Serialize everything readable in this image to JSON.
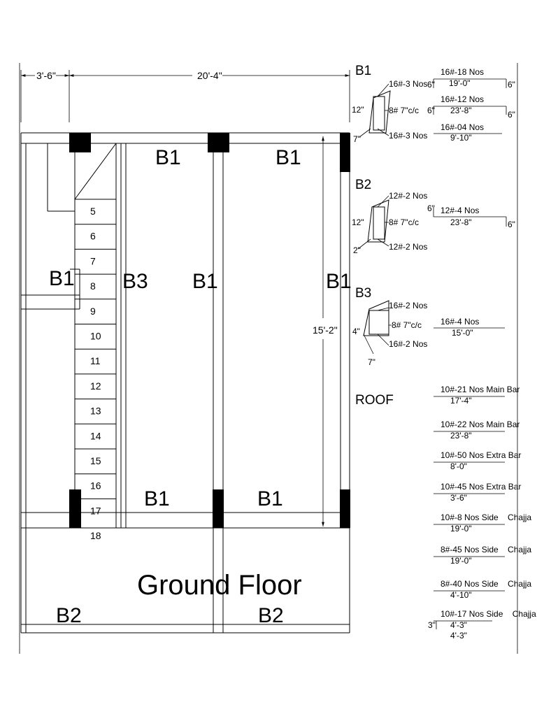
{
  "plan": {
    "title": "Ground Floor",
    "dim_left": "3'-6\"",
    "dim_top": "20'-4\"",
    "dim_right": "15'-2\"",
    "beam_top_left": "B1",
    "beam_top_right": "B1",
    "beam_bottom_left": "B1",
    "beam_bottom_right": "B1",
    "beam_left": "B1",
    "beam_stair": "B3",
    "beam_middle": "B1",
    "beam_right": "B1",
    "beam_b2_left": "B2",
    "beam_b2_right": "B2",
    "steps": [
      "5",
      "6",
      "7",
      "8",
      "9",
      "10",
      "11",
      "12",
      "13",
      "14",
      "15",
      "16",
      "17",
      "18"
    ]
  },
  "sections": {
    "b1": {
      "label": "B1",
      "top_bar": "16#-3 Nos",
      "stirrup": "8# 7\"c/c",
      "bottom_bar": "16#-3 Nos",
      "depth": "12\"",
      "width": "7\""
    },
    "b2": {
      "label": "B2",
      "top_bar": "12#-2 Nos",
      "stirrup": "8# 7\"c/c",
      "bottom_bar": "12#-2 Nos",
      "depth": "12\"",
      "width": "2\""
    },
    "b3": {
      "label": "B3",
      "top_bar": "16#-2 Nos",
      "stirrup": "8# 7\"c/c",
      "bottom_bar": "16#-2 Nos",
      "depth": "4\"",
      "width": "7\""
    },
    "roof": {
      "label": "ROOF"
    }
  },
  "schedule": {
    "b1_bars": [
      {
        "spec": "16#-18 Nos",
        "length": "19'-0\"",
        "left_hook": "6\"",
        "right_hook": "6\""
      },
      {
        "spec": "16#-12 Nos",
        "length": "23'-8\"",
        "left_hook": "6\"",
        "right_hook": "6\""
      },
      {
        "spec": "16#-04 Nos",
        "length": "9'-10\""
      }
    ],
    "b2_bars": [
      {
        "spec": "12#-4 Nos",
        "length": "23'-8\"",
        "left_hook": "6\"",
        "right_hook": "6\""
      }
    ],
    "b3_bars": [
      {
        "spec": "16#-4 Nos",
        "length": "15'-0\""
      }
    ],
    "roof_bars": [
      {
        "spec": "10#-21 Nos Main Bar",
        "length": "17'-4\""
      },
      {
        "spec": "10#-22 Nos Main Bar",
        "length": "23'-8\""
      },
      {
        "spec": "10#-50 Nos Extra Bar",
        "length": "8'-0\""
      },
      {
        "spec": "10#-45 Nos Extra Bar",
        "length": "3'-6\""
      },
      {
        "spec": "10#-8 Nos Side    Chajja",
        "length": "19'-0\""
      },
      {
        "spec": "8#-45 Nos Side    Chajja",
        "length": "19'-0\""
      },
      {
        "spec": "8#-40 Nos Side    Chajja",
        "length": "4'-10\""
      },
      {
        "spec": "10#-17 Nos Side    Chajja",
        "length": "4'-3\"",
        "length2": "4'-3\"",
        "left_hook": "3\""
      }
    ]
  }
}
